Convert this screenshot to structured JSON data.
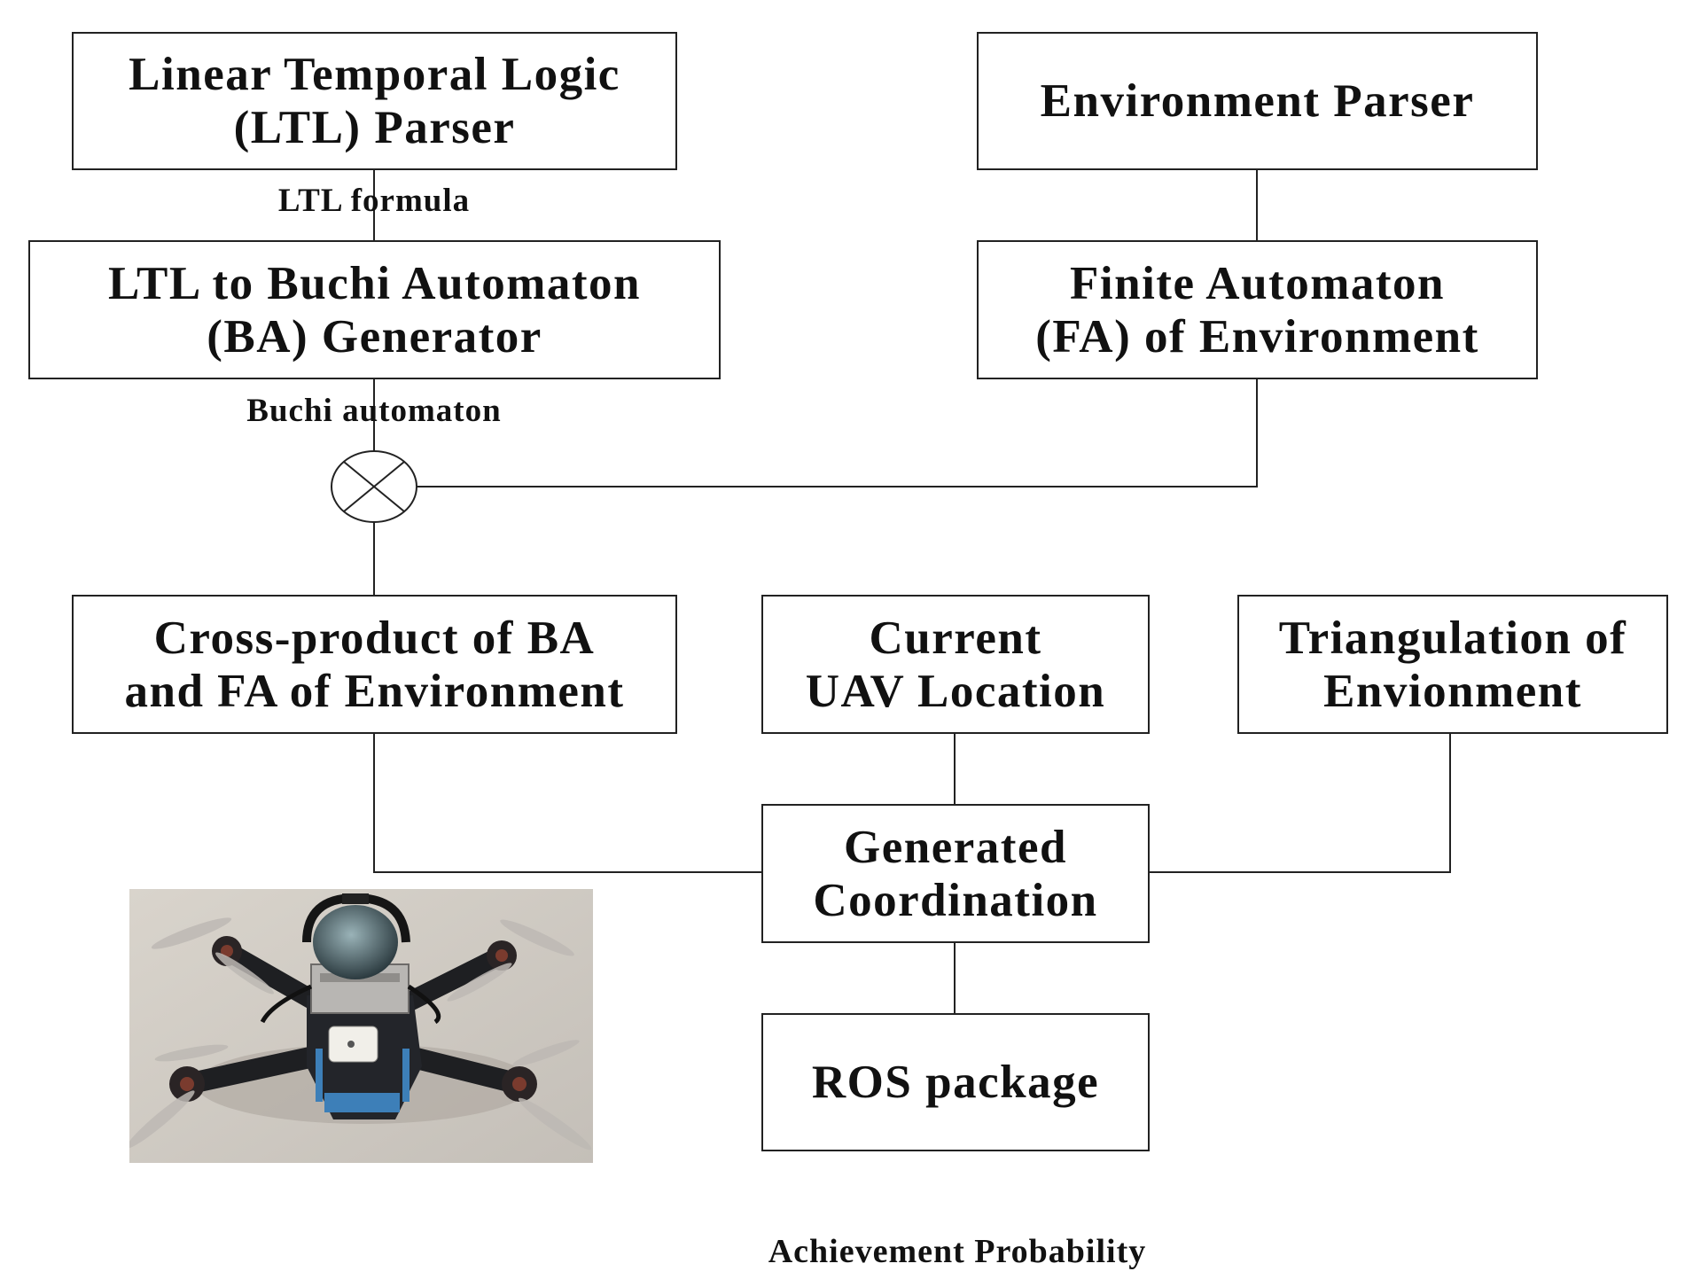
{
  "boxes": {
    "ltl_parser": [
      "Linear Temporal Logic",
      "(LTL) Parser"
    ],
    "env_parser": [
      "Environment Parser"
    ],
    "ba_generator": [
      "LTL to Buchi Automaton",
      "(BA) Generator"
    ],
    "fa_environment": [
      "Finite Automaton",
      "(FA) of Environment"
    ],
    "cross_product": [
      "Cross-product of BA",
      "and FA of Environment"
    ],
    "uav_location": [
      "Current",
      "UAV Location"
    ],
    "triangulation": [
      "Triangulation of",
      "Envionment"
    ],
    "generated_coordination": [
      "Generated",
      "Coordination"
    ],
    "ros_package": [
      "ROS package"
    ]
  },
  "edge_labels": {
    "ltl_formula": "LTL formula",
    "buchi_automaton": "Buchi automaton"
  },
  "caption": "Achievement Probability",
  "photo_subject": "quadcopter-uav-photo",
  "colors": {
    "line": "#222222",
    "background": "#ffffff"
  }
}
